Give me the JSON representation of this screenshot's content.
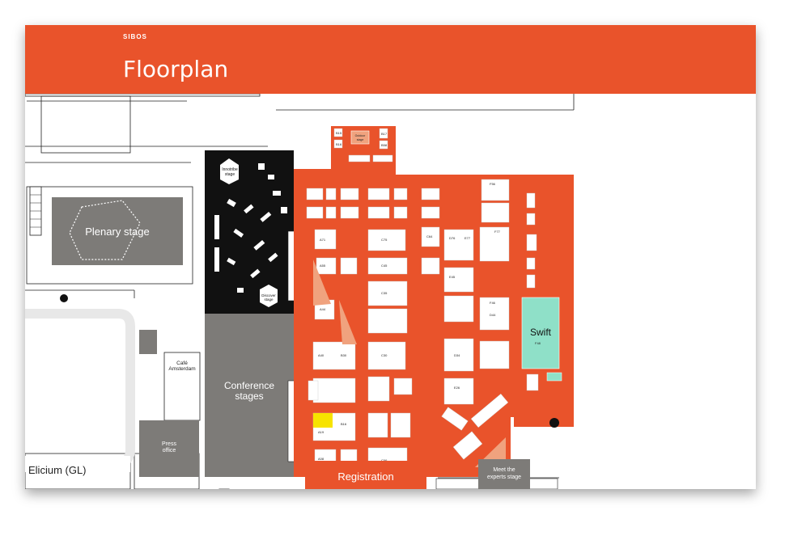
{
  "header": {
    "brand": "SIBOS",
    "title": "Floorplan"
  },
  "labels": {
    "plenary": "Plenary stage",
    "innotribe_1": "Innotribe",
    "innotribe_2": "stage",
    "discover_1": "Discover",
    "discover_2": "stage",
    "conference_1": "Conference",
    "conference_2": "stages",
    "cafe_1": "Café",
    "cafe_2": "Amsterdam",
    "press_1": "Press",
    "press_2": "office",
    "elicium": "Elicium (GL)",
    "registration": "Registration",
    "swift": "Swift",
    "meet_1": "Meet the",
    "meet_2": "experts stage",
    "outdoor_1": "Outdoor",
    "outdoor_2": "stage"
  },
  "colors": {
    "brand": "#e9532b",
    "hall": "#e9532b",
    "stage_grey": "#7d7b78",
    "dark": "#111111",
    "swift": "#8fe0c8",
    "highlight_booth": "#f7e300",
    "outdoor": "#f0a27e"
  },
  "booths": [
    {
      "id": "b1",
      "code": "B15"
    },
    {
      "id": "b2",
      "code": "B16"
    },
    {
      "id": "b3",
      "code": "B17"
    },
    {
      "id": "b4",
      "code": "B58"
    },
    {
      "id": "b5",
      "code": "A71"
    },
    {
      "id": "b6",
      "code": "C75"
    },
    {
      "id": "b7",
      "code": "C64"
    },
    {
      "id": "b8",
      "code": "D76"
    },
    {
      "id": "b9",
      "code": "E77"
    },
    {
      "id": "b10",
      "code": "F77"
    },
    {
      "id": "b11",
      "code": "A55"
    },
    {
      "id": "b12",
      "code": "C45"
    },
    {
      "id": "b13",
      "code": "E45"
    },
    {
      "id": "b14",
      "code": "F46"
    },
    {
      "id": "b15",
      "code": "A44"
    },
    {
      "id": "b16",
      "code": "C35"
    },
    {
      "id": "b17",
      "code": "A40"
    },
    {
      "id": "b18",
      "code": "B30"
    },
    {
      "id": "b19",
      "code": "C30"
    },
    {
      "id": "b20",
      "code": "D34"
    },
    {
      "id": "b21",
      "code": "A19"
    },
    {
      "id": "b22",
      "code": "B16"
    },
    {
      "id": "b23",
      "code": "A08"
    },
    {
      "id": "b24",
      "code": "C06"
    },
    {
      "id": "b25",
      "code": "F48"
    },
    {
      "id": "b26",
      "code": "F56"
    },
    {
      "id": "b27",
      "code": "E26"
    },
    {
      "id": "b28",
      "code": "D44"
    }
  ]
}
